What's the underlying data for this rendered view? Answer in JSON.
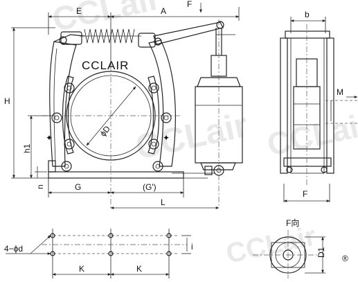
{
  "brand": "CCLAIR",
  "watermark": "CCLair",
  "registered_mark": "®",
  "dimension_labels": {
    "E": "E",
    "A": "A",
    "F_top": "F",
    "H": "H",
    "h1": "h1",
    "n": "n",
    "G": "G",
    "G_prime": "(G')",
    "L": "L",
    "D": "ϕD",
    "b": "b",
    "M": "M",
    "F_side": "F",
    "F_view": "F向",
    "D1": "D1",
    "K_left": "K",
    "K_right": "K",
    "bolt_holes": "4−ϕd",
    "i": "i"
  }
}
